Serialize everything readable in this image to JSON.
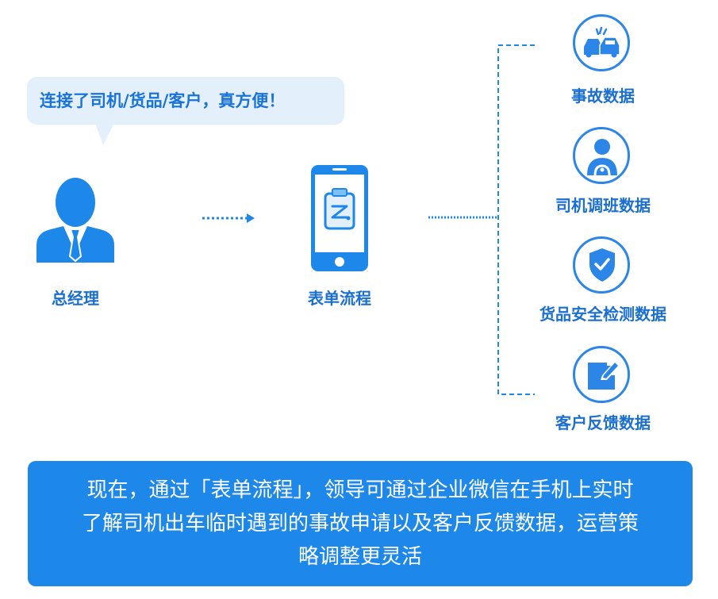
{
  "bubble": {
    "text": "连接了司机/货品/客户，真方便！"
  },
  "nodes": {
    "manager": {
      "label": "总经理",
      "icon": "business-person-icon"
    },
    "form": {
      "label": "表单流程",
      "icon": "smartphone-clipboard-icon"
    }
  },
  "data_items": [
    {
      "label": "事故数据",
      "icon": "car-accident-icon"
    },
    {
      "label": "司机调班数据",
      "icon": "driver-icon"
    },
    {
      "label": "货品安全检测数据",
      "icon": "shield-check-icon"
    },
    {
      "label": "客户反馈数据",
      "icon": "edit-pencil-icon"
    }
  ],
  "summary": {
    "lines": [
      "现在，通过「表单流程」，领导可通过企业微信在手机上实时",
      "了解司机出车临时遇到的事故申请以及客户反馈数据，运营策",
      "略调整更灵活"
    ]
  },
  "colors": {
    "primary": "#1d87ea",
    "icon_blue": "#2b86e8",
    "bubble_bg": "#e3f0fc",
    "label_blue": "#1a6fd1"
  }
}
